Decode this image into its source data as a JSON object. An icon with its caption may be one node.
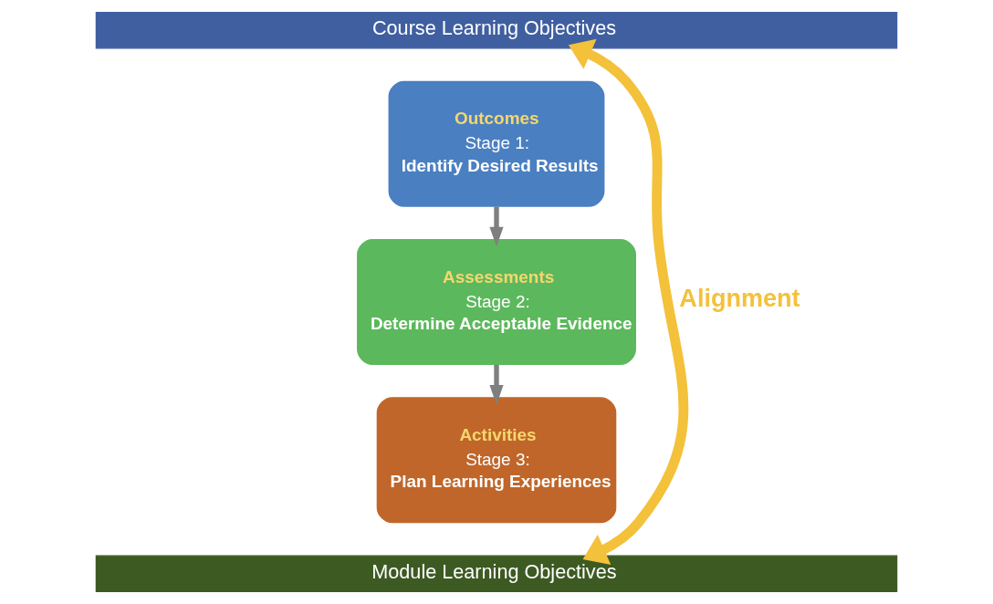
{
  "diagram": {
    "nodes": [
      {
        "text": [
          "Course Learning Objectives"
        ]
      },
      {
        "text": [
          "Outcomes",
          "Stage 1:",
          "Identify Desired Results"
        ]
      },
      {
        "text": [
          "Assessments",
          "Stage 2:",
          "Determine Acceptable Evidence"
        ]
      },
      {
        "text": [
          "Activities",
          "Stage 3:",
          "Plan Learning Experiences"
        ]
      },
      {
        "text": [
          "Module Learning Objectives"
        ]
      }
    ],
    "edges": [
      {
        "from": 1,
        "to": 2,
        "arrow": "to"
      },
      {
        "from": 2,
        "to": 3,
        "arrow": "to"
      },
      {
        "from": 0,
        "to": 4,
        "arrow": "both",
        "label": "Alignment",
        "style": "thick",
        "color": "#f3c13a"
      }
    ]
  }
}
